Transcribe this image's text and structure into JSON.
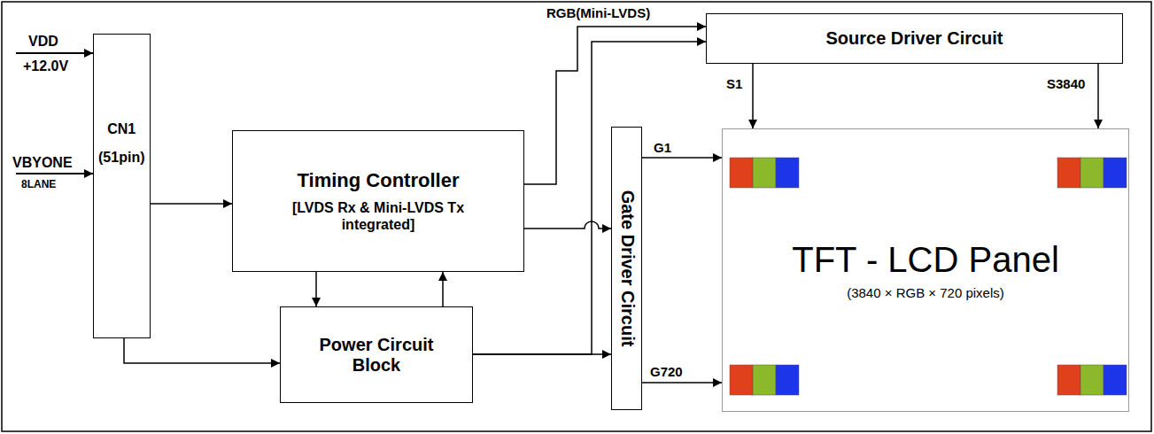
{
  "diagram": {
    "nodes": [
      {
        "text": [
          "CN1",
          "(51pin)"
        ]
      },
      {
        "text": [
          "Timing Controller",
          "[LVDS Rx & Mini-LVDS Tx integrated]"
        ]
      },
      {
        "text": [
          "Power Circuit Block"
        ]
      },
      {
        "text": [
          "Source Driver Circuit"
        ]
      },
      {
        "text": [
          "Gate Driver Circuit"
        ]
      },
      {
        "text": [
          "TFT - LCD Panel",
          "(3840 × RGB × 720 pixels)"
        ]
      }
    ],
    "edges": [
      {
        "from": 0,
        "to": 1,
        "arrow": "to"
      },
      {
        "from": 0,
        "to": 2,
        "arrow": "to"
      },
      {
        "from": 1,
        "to": 2,
        "arrow": "to"
      },
      {
        "from": 2,
        "to": 1,
        "arrow": "to"
      },
      {
        "from": 1,
        "to": 3,
        "label": "RGB(Mini-LVDS)",
        "arrow": "to"
      },
      {
        "from": 2,
        "to": 3,
        "arrow": "to"
      },
      {
        "from": 1,
        "to": 4,
        "arrow": "to"
      },
      {
        "from": 2,
        "to": 4,
        "arrow": "to"
      },
      {
        "from": 3,
        "to": 5,
        "label": "S1",
        "arrow": "to"
      },
      {
        "from": 3,
        "to": 5,
        "label": "S3840",
        "arrow": "to"
      },
      {
        "from": 4,
        "to": 5,
        "label": "G1",
        "arrow": "to"
      },
      {
        "from": 4,
        "to": 5,
        "label": "G720",
        "arrow": "to"
      }
    ],
    "labels": [
      "VDD",
      "+12.0V",
      "VBYONE",
      "8LANE"
    ]
  }
}
